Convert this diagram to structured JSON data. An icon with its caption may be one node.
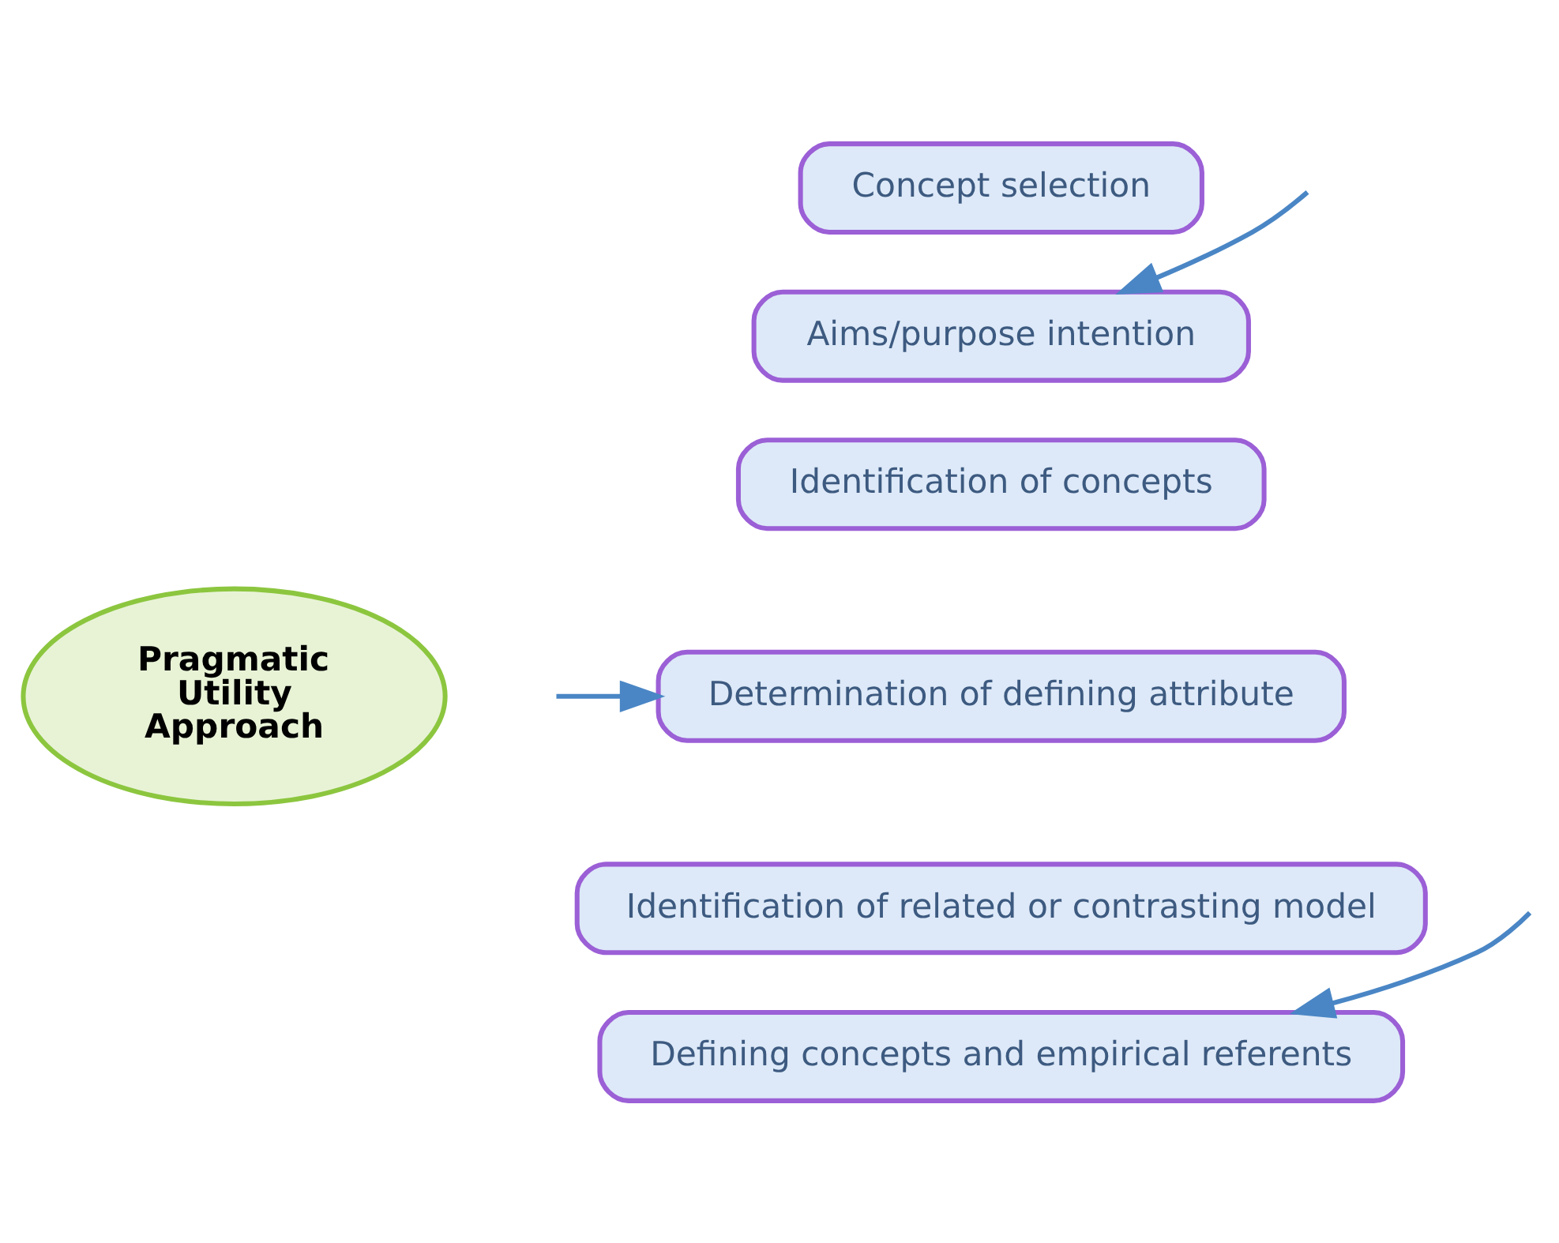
{
  "diagram": {
    "nodes": [
      {
        "text": [
          "Concept selection"
        ]
      },
      {
        "text": [
          "Aims/purpose intention"
        ]
      },
      {
        "text": [
          "Identification of concepts"
        ]
      },
      {
        "text": [
          "Pragmatic Utility Approach"
        ]
      },
      {
        "text": [
          "Determination of defining attribute"
        ]
      },
      {
        "text": [
          "Identification of related or contrasting model"
        ]
      },
      {
        "text": [
          "Defining concepts and empirical referents"
        ]
      }
    ],
    "edges": [
      {
        "from": null,
        "to": 1,
        "arrow": "to"
      },
      {
        "from": null,
        "to": 4,
        "arrow": "to"
      },
      {
        "from": null,
        "to": 6,
        "arrow": "to"
      }
    ]
  }
}
